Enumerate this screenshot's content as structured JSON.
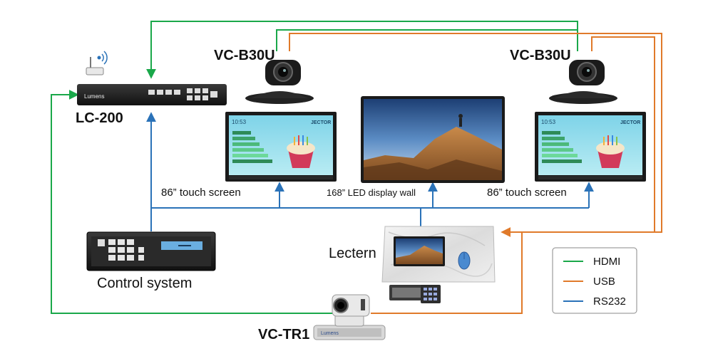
{
  "devices": {
    "lc200": {
      "label": "LC-200",
      "brand": "Lumens"
    },
    "camera_left": {
      "label": "VC-B30U"
    },
    "camera_right": {
      "label": "VC-B30U"
    },
    "screen_left": {
      "label": "86” touch screen",
      "clock": "10:53",
      "logo": "JECTOR"
    },
    "screen_right": {
      "label": "86” touch screen",
      "clock": "10:53",
      "logo": "JECTOR"
    },
    "led_wall": {
      "label": "168” LED display wall"
    },
    "control_system": {
      "label": "Control system"
    },
    "lectern": {
      "label": "Lectern"
    },
    "tracking_camera": {
      "label": "VC-TR1",
      "brand": "Lumens"
    }
  },
  "legend": {
    "items": [
      {
        "label": "HDMI",
        "color": "#1aa84a"
      },
      {
        "label": "USB",
        "color": "#e07a2a"
      },
      {
        "label": "RS232",
        "color": "#2a72b8"
      }
    ]
  },
  "colors": {
    "hdmi": "#1aa84a",
    "usb": "#e07a2a",
    "rs232": "#2a72b8"
  }
}
